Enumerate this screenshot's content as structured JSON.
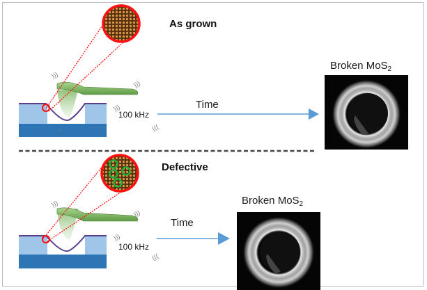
{
  "figure": {
    "panels": [
      {
        "id": "as-grown",
        "heading": "As grown",
        "frequency_label": "100 kHz",
        "arrow_label": "Time",
        "result_label_main": "Broken MoS",
        "result_label_sub": "2",
        "lattice_defects": false
      },
      {
        "id": "defective",
        "heading": "Defective",
        "frequency_label": "100 kHz",
        "arrow_label": "Time",
        "result_label_main": "Broken MoS",
        "result_label_sub": "2",
        "lattice_defects": true
      }
    ],
    "colors": {
      "arrow": "#5b9bd5",
      "zoom_outline": "#ff1010",
      "defect_ring": "#1fae3a",
      "substrate_light": "#9fc5e8",
      "substrate_dark": "#2e75b6",
      "membrane": "#5a3f8f",
      "cantilever": "#8cc16b",
      "lattice": "#7a4a1e",
      "divider": "#444444"
    },
    "icons": [
      "vibration-icon",
      "magnified-lattice",
      "defect-marker-icon",
      "arrow-right-icon",
      "sem-image"
    ]
  }
}
